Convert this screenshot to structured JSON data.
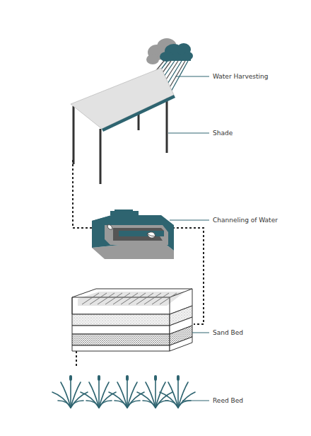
{
  "diagram": {
    "labels": [
      "Water Harvesting",
      "Shade",
      "Channeling of Water",
      "Sand Bed",
      "Reed Bed"
    ]
  }
}
